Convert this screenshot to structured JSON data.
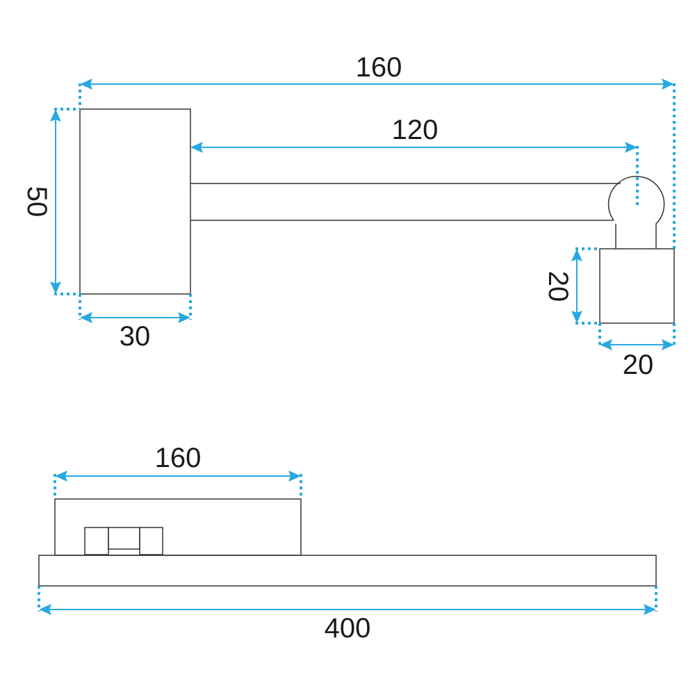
{
  "colors": {
    "outline": "#333333",
    "dimension": "#29a8e0",
    "text": "#1a1a1a",
    "background": "#ffffff"
  },
  "top_view": {
    "overall_width": "160",
    "arm_length": "120",
    "base_height": "50",
    "base_width": "30",
    "head_height": "20",
    "head_width": "20"
  },
  "side_view": {
    "base_length": "160",
    "total_length": "400"
  }
}
